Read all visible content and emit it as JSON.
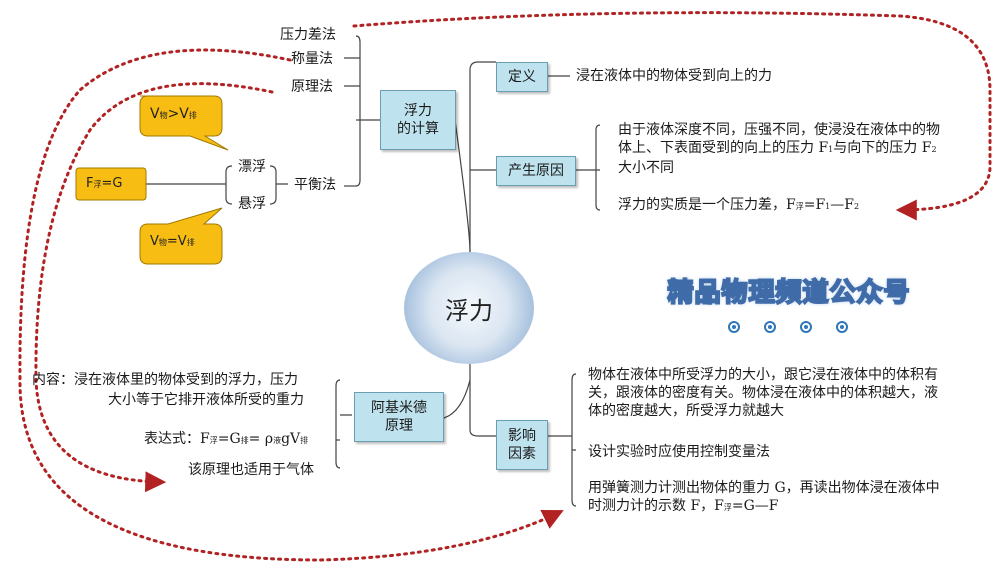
{
  "center": {
    "label": "浮力"
  },
  "calc": {
    "label_1": "浮力",
    "label_2": "的计算",
    "methods": [
      "压力差法",
      "称量法",
      "原理法"
    ],
    "balance": "平衡法",
    "float": "漂浮",
    "suspend": "悬浮",
    "eq_box": {
      "a": "F",
      "sub": "浮",
      "b": "=G"
    },
    "bubble_top": {
      "a": "V",
      "sub1": "物",
      "op": ">V",
      "sub2": "排"
    },
    "bubble_bottom": {
      "a": "V",
      "sub1": "物",
      "op": "=V",
      "sub2": "排"
    }
  },
  "definition": {
    "label": "定义",
    "text": "浸在液体中的物体受到向上的力"
  },
  "cause": {
    "label": "产生原因",
    "line1": "由于液体深度不同，压强不同，使浸没在液体中的物",
    "line2a": "体上、下表面受到的向上的压力 F",
    "line2_sub1": "1",
    "line2b": "与向下的压力 F",
    "line2_sub2": "2",
    "line3": "大小不同",
    "essence_a": "浮力的实质是一个压力差，F",
    "essence_sub": "浮",
    "essence_b": "=F",
    "essence_sub1": "1",
    "essence_c": "—F",
    "essence_sub2": "2"
  },
  "archimedes": {
    "label_1": "阿基米德",
    "label_2": "原理",
    "content_1": "内容：浸在液体里的物体受到的浮力，压力",
    "content_2": "大小等于它排开液体所受的重力",
    "formula_a": "表达式：F",
    "formula_sub1": "浮",
    "formula_b": "=G",
    "formula_sub2": "排",
    "formula_c": "= ρ",
    "formula_sub3": "液",
    "formula_d": "gV",
    "formula_sub4": "排",
    "gas": "该原理也适用于气体"
  },
  "factors": {
    "label_1": "影响",
    "label_2": "因素",
    "p1": "物体在液体中所受浮力的大小，跟它浸在液体中的体积有关，跟液体的密度有关。物体浸在液体中的体积越大，液体的密度越大，所受浮力就越大",
    "p2": "设计实验时应使用控制变量法",
    "p3a": "用弹簧测力计测出物体的重力 G，再读出物体浸在液体中时测力计的示数 F，F",
    "p3_sub": "浮",
    "p3b": "=G—F"
  },
  "watermark": {
    "text": "精品物理频道公众号"
  },
  "colors": {
    "box": "#bfe3ee",
    "bubble": "#f8bd12",
    "arrow": "#b22222",
    "line": "#444444"
  }
}
